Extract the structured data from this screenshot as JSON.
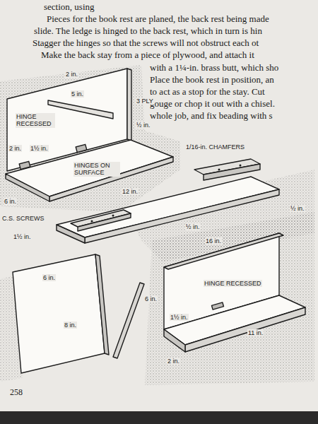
{
  "diagram": {
    "labels": [
      "section, using",
      "Pieces for the book rest are planed, the back rest being made",
      "slide. The ledge is hinged to the back rest, which in turn is hin",
      "Stagger the hinges so that the screws will not obstruct each ot",
      "Make the back stay from a piece of plywood, and attach it",
      "with a 1¼-in. brass butt, which sho",
      "Place the book rest in position, an",
      "to act as a stop for the stay. Cut",
      "gouge or chop it out with a chisel.",
      "whole job, and fix beading with s",
      "2 in.",
      "5 in.",
      "3 PLY",
      "½ in.",
      "HINGE RECESSED",
      "2 in.",
      "1½ in.",
      "HINGES ON SURFACE",
      "6 in.",
      "12 in.",
      "1/16-in. CHAMFERS",
      "C.S. SCREWS",
      "1½ in.",
      "½ in.",
      "16 in.",
      "½ in.",
      "6 in.",
      "8 in.",
      "HINGE RECESSED",
      "6 in.",
      "1½ in.",
      "11 in.",
      "2 in.",
      "258"
    ]
  }
}
